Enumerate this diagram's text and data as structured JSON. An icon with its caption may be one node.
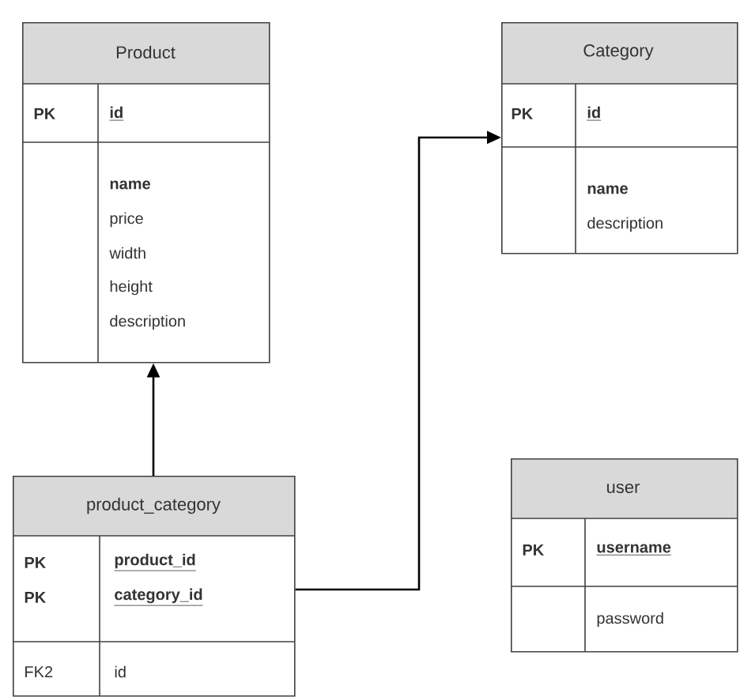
{
  "diagram": {
    "nodes": [
      {
        "text": [
          "Product",
          "PK",
          "id",
          "name",
          "price",
          "width",
          "height",
          "description"
        ]
      },
      {
        "text": [
          "Category",
          "PK",
          "id",
          "name",
          "description"
        ]
      },
      {
        "text": [
          "product_category",
          "PK",
          "PK",
          "product_id",
          "category_id",
          "FK2",
          "id"
        ]
      },
      {
        "text": [
          "user",
          "PK",
          "username",
          "password"
        ]
      }
    ],
    "edges": [
      {
        "from": 2,
        "to": 0,
        "arrow": "to"
      },
      {
        "from": 2,
        "to": 1,
        "arrow": "to"
      }
    ]
  }
}
